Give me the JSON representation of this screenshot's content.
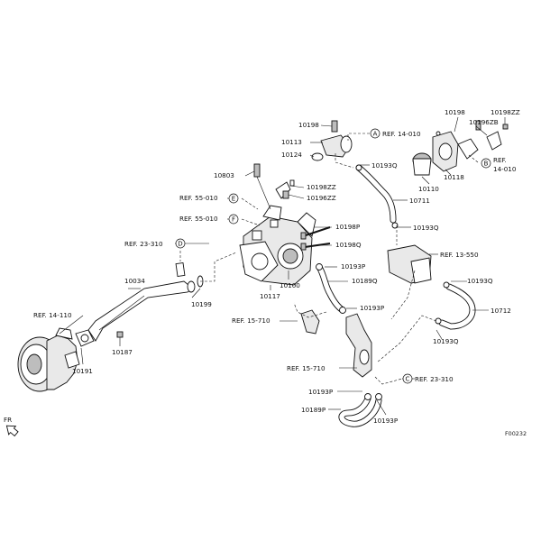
{
  "diagram_code": "F00232",
  "direction_label": "FR",
  "parts": {
    "p10198_a": "10198",
    "p10113": "10113",
    "p10124": "10124",
    "p10803": "10803",
    "p10198zz_a": "10198ZZ",
    "p10196zz": "10196ZZ",
    "p10198p": "10198P",
    "p10198q": "10198Q",
    "p10193p_a": "10193P",
    "p10189q": "10189Q",
    "p10193p_b": "10193P",
    "p10117": "10117",
    "p10100": "10100",
    "p10034": "10034",
    "p10199": "10199",
    "p10187": "10187",
    "p10191": "10191",
    "p10193q_a": "10193Q",
    "p10711": "10711",
    "p10110": "10110",
    "p10118": "10118",
    "p10198_b": "10198",
    "p10196zb": "10196ZB",
    "p10198zz_b": "10198ZZ",
    "p10193q_b": "10193Q",
    "p10193q_c": "10193Q",
    "p10712": "10712",
    "p10193q_d": "10193Q",
    "p10193p_c": "10193P",
    "p10189p": "10189P",
    "p10193p_d": "10193P"
  },
  "refs": {
    "ref_14_010_top": "REF. 14-010",
    "ref_14_010_b_1": "REF.",
    "ref_14_010_b_2": "14-010",
    "ref_55_010_e": "REF. 55-010",
    "ref_55_010_f": "REF. 55-010",
    "ref_23_310_d": "REF. 23-310",
    "ref_14_110": "REF. 14-110",
    "ref_13_550": "REF. 13-550",
    "ref_15_710_a": "REF. 15-710",
    "ref_15_710_b": "REF. 15-710",
    "ref_23_310_c": "REF. 23-310"
  },
  "circle_letters": {
    "a": "A",
    "b": "B",
    "c": "C",
    "d": "D",
    "e": "E",
    "f": "F"
  }
}
